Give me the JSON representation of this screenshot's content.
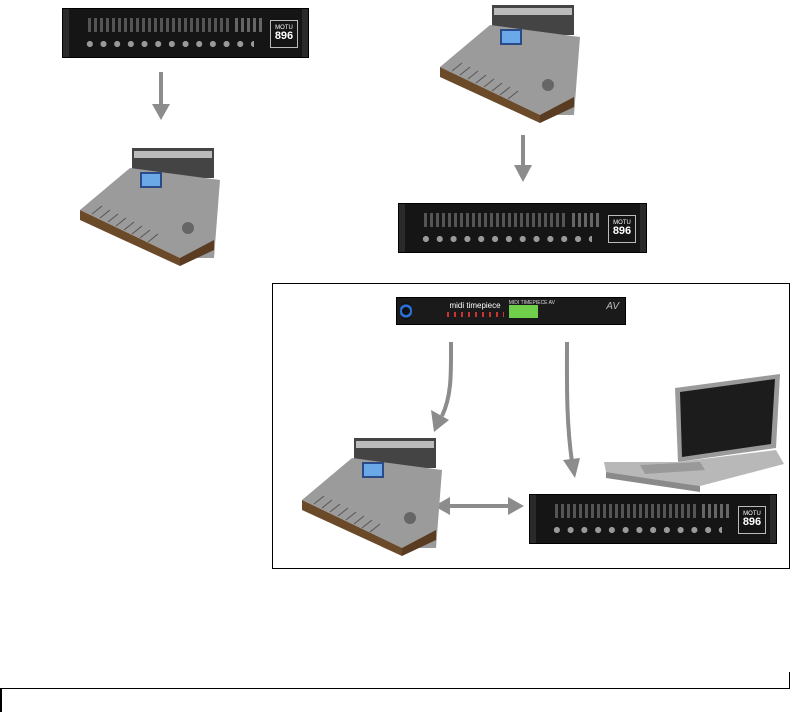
{
  "devices": {
    "interface_label": "896",
    "interface_brand": "MOTU",
    "midi_brand": "midi timepiece",
    "midi_model": "MIDI TIMEPIECE AV",
    "midi_av": "AV"
  }
}
